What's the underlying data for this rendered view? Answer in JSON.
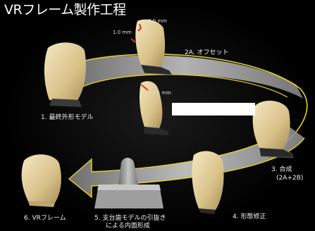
{
  "title": "VRフレーム製作工程",
  "steps": {
    "s1": "1. 最終外形モデル",
    "s2a": "2A. オフセット",
    "s3a": "3. 合成",
    "s3b": "(2A+2B)",
    "s4": "4. 形態修正",
    "s5a": "5. 支台歯モデルの引抜き",
    "s5b": "による内面形成",
    "s6": "6. VRフレーム"
  },
  "dims": {
    "d1": "2.0 mm",
    "d2": "1.0 mm",
    "d3": "3.5 mm"
  },
  "colors": {
    "yellow_line": "#e8d21e",
    "crown": "#e9d8a8",
    "arrow": "#9a9a9a"
  }
}
